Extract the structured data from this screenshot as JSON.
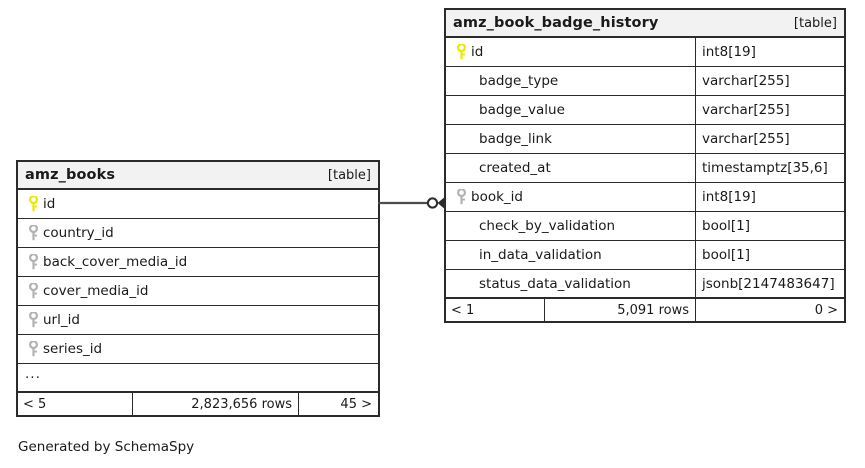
{
  "diagram": {
    "generator_note": "Generated by SchemaSpy",
    "kind_label": "[table]"
  },
  "tables": [
    {
      "id": "amz_books",
      "name": "amz_books",
      "kind": "[table]",
      "show_type_column": false,
      "columns": [
        {
          "name": "id",
          "key": "primary"
        },
        {
          "name": "country_id",
          "key": "foreign"
        },
        {
          "name": "back_cover_media_id",
          "key": "foreign"
        },
        {
          "name": "cover_media_id",
          "key": "foreign"
        },
        {
          "name": "url_id",
          "key": "foreign"
        },
        {
          "name": "series_id",
          "key": "foreign"
        }
      ],
      "truncation_indicator": "...",
      "footer": {
        "prev": "< 5",
        "rows": "2,823,656 rows",
        "next": "45 >"
      }
    },
    {
      "id": "amz_book_badge_history",
      "name": "amz_book_badge_history",
      "kind": "[table]",
      "show_type_column": true,
      "columns": [
        {
          "name": "id",
          "type": "int8[19]",
          "key": "primary"
        },
        {
          "name": "badge_type",
          "type": "varchar[255]",
          "key": "none"
        },
        {
          "name": "badge_value",
          "type": "varchar[255]",
          "key": "none"
        },
        {
          "name": "badge_link",
          "type": "varchar[255]",
          "key": "none"
        },
        {
          "name": "created_at",
          "type": "timestamptz[35,6]",
          "key": "none"
        },
        {
          "name": "book_id",
          "type": "int8[19]",
          "key": "foreign"
        },
        {
          "name": "check_by_validation",
          "type": "bool[1]",
          "key": "none"
        },
        {
          "name": "in_data_validation",
          "type": "bool[1]",
          "key": "none"
        },
        {
          "name": "status_data_validation",
          "type": "jsonb[2147483647]",
          "key": "none"
        }
      ],
      "footer": {
        "prev": "< 1",
        "rows": "5,091 rows",
        "next": "0 >"
      }
    }
  ],
  "relationship": {
    "from_table": "amz_books",
    "from_column": "id",
    "to_table": "amz_book_badge_history",
    "to_column": "book_id",
    "source_cardinality": "zero-or-one",
    "target_cardinality": "many"
  },
  "colors": {
    "primary_key": "#e8e800",
    "foreign_key": "#b2b2b2",
    "border": "#2b2b2b",
    "header_background": "#f2f2f2",
    "line": "#4d4d4d"
  }
}
